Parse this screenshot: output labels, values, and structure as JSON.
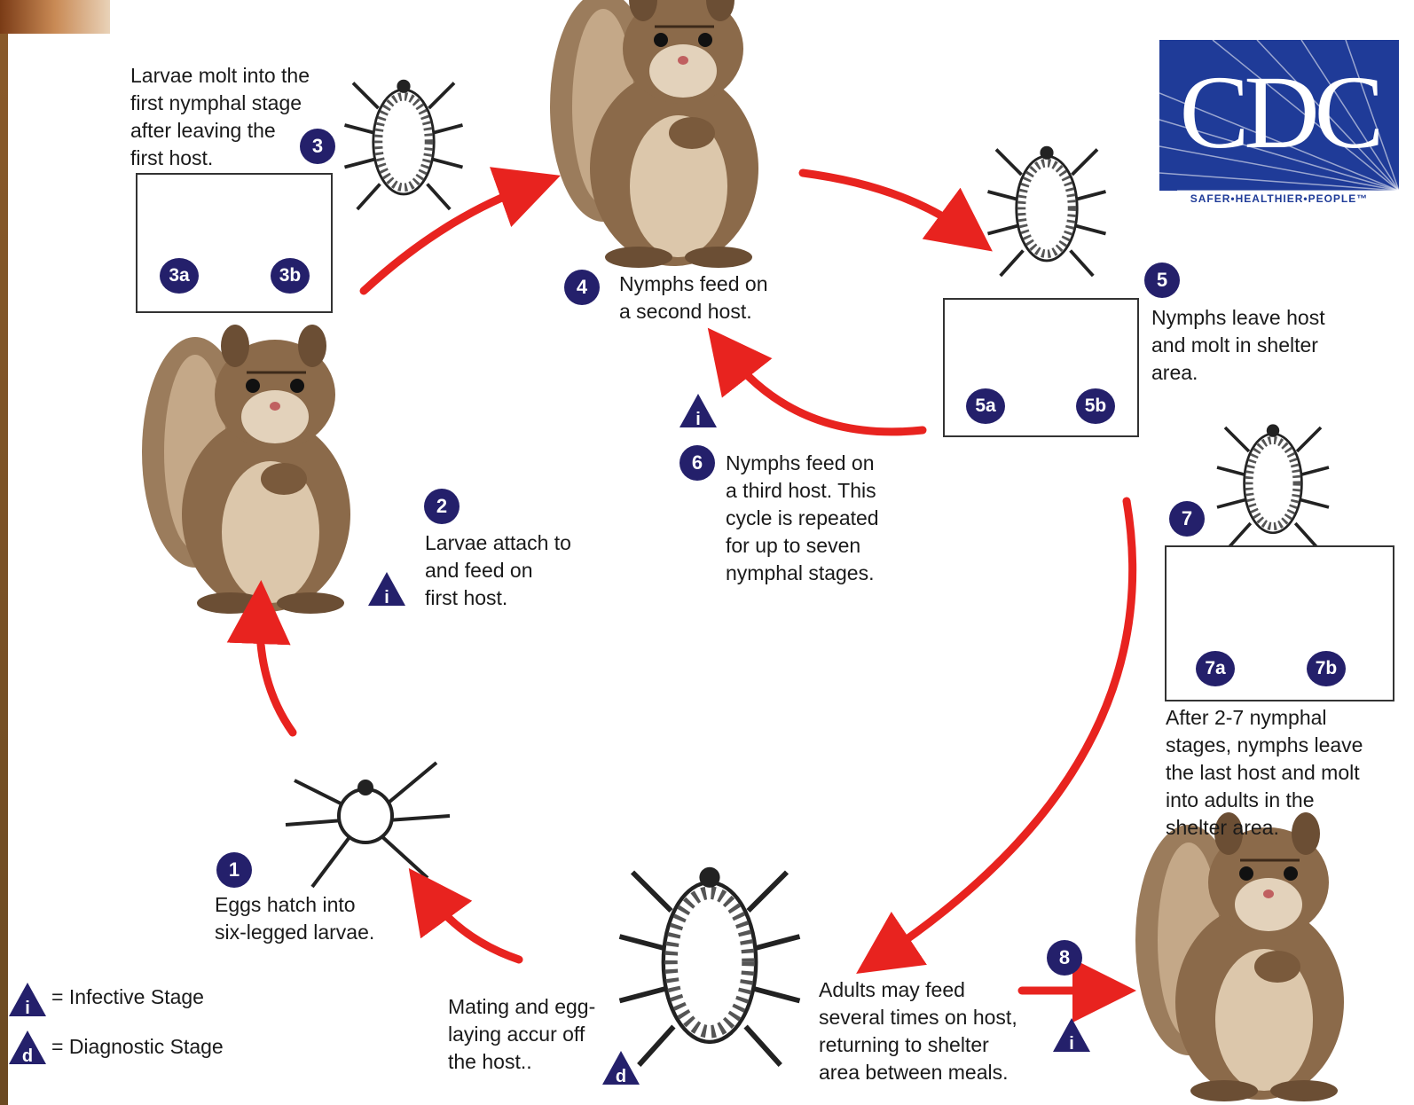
{
  "logo": {
    "text": "CDC",
    "tagline": "SAFER•HEALTHIER•PEOPLE™"
  },
  "stages": {
    "s1": {
      "num": "1",
      "text": "Eggs hatch into\nsix-legged larvae."
    },
    "s2": {
      "num": "2",
      "text": "Larvae attach to\nand feed on\nfirst host."
    },
    "s3": {
      "num": "3",
      "text": "Larvae molt into the\nfirst nymphal stage\nafter leaving the\nfirst host.",
      "a": "3a",
      "b": "3b"
    },
    "s4": {
      "num": "4",
      "text": "Nymphs feed on\na second host."
    },
    "s5": {
      "num": "5",
      "text": "Nymphs leave host\nand molt in shelter\narea.",
      "a": "5a",
      "b": "5b"
    },
    "s6": {
      "num": "6",
      "text": "Nymphs feed on\na third host.  This\ncycle is repeated\nfor up to seven\nnymphal stages."
    },
    "s7": {
      "num": "7",
      "text": "After 2-7 nymphal\nstages, nymphs leave\nthe last host and molt\ninto adults in the\nshelter area.",
      "a": "7a",
      "b": "7b"
    },
    "s8": {
      "num": "8",
      "text": "Adults may feed\nseveral times on host,\nreturning to shelter\narea between meals."
    },
    "mating": {
      "text": "Mating and egg-\nlaying accur off\nthe host.."
    }
  },
  "markers": {
    "infective": "i",
    "diagnostic": "d"
  },
  "legend": {
    "infective": "= Infective Stage",
    "diagnostic": "= Diagnostic Stage"
  },
  "colors": {
    "arrow": "#e8231f",
    "badge": "#24206b",
    "logo": "#1f3b98",
    "chipmunk": "#8b6a4a"
  },
  "icons": [
    "chipmunk-icon",
    "tick-icon",
    "larva-icon",
    "nymph-icon",
    "adult-tick-icon",
    "cdc-logo"
  ]
}
